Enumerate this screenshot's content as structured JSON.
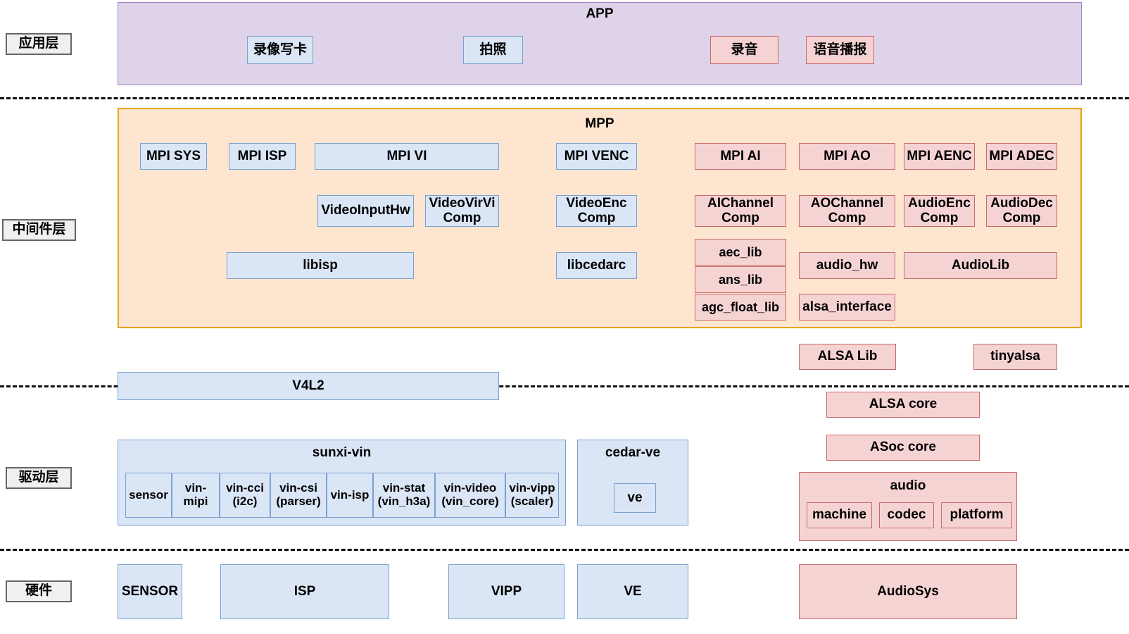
{
  "diagram": {
    "title": "Multimedia software stack layered architecture",
    "colors": {
      "video_fill": "#dae5f5",
      "video_stroke": "#7ba1d0",
      "audio_fill": "#f6d3d3",
      "audio_stroke": "#c86a6a",
      "app_band_fill": "#ded3e8",
      "app_band_stroke": "#a483bf",
      "mpp_band_fill": "#fde5cf",
      "mpp_band_stroke": "#e8a317",
      "layer_tag_fill": "#f0f0f0",
      "layer_tag_stroke": "#666666",
      "divider": "#111111"
    }
  },
  "layer_tags": [
    {
      "label": "应用层"
    },
    {
      "label": "中间件层"
    },
    {
      "label": "驱动层"
    },
    {
      "label": "硬件"
    }
  ],
  "bands": {
    "app": {
      "title": "APP"
    },
    "mpp": {
      "title": "MPP"
    }
  },
  "app_modules": [
    {
      "label": "录像写卡",
      "kind": "video"
    },
    {
      "label": "拍照",
      "kind": "video"
    },
    {
      "label": "录音",
      "kind": "audio"
    },
    {
      "label": "语音播报",
      "kind": "audio"
    }
  ],
  "mpp_modules": {
    "video": [
      {
        "label": "MPI SYS"
      },
      {
        "label": "MPI ISP"
      },
      {
        "label": "MPI VI"
      },
      {
        "label": "MPI VENC"
      },
      {
        "label": "VideoInputHw"
      },
      {
        "label": "VideoVirVi\nComp"
      },
      {
        "label": "VideoEnc\nComp"
      },
      {
        "label": "libisp"
      },
      {
        "label": "libcedarc"
      }
    ],
    "audio": [
      {
        "label": "MPI AI"
      },
      {
        "label": "MPI AO"
      },
      {
        "label": "MPI AENC"
      },
      {
        "label": "MPI ADEC"
      },
      {
        "label": "AIChannel\nComp"
      },
      {
        "label": "AOChannel\nComp"
      },
      {
        "label": "AudioEnc\nComp"
      },
      {
        "label": "AudioDec\nComp"
      },
      {
        "label": "aec_lib"
      },
      {
        "label": "ans_lib"
      },
      {
        "label": "agc_float_lib"
      },
      {
        "label": "audio_hw"
      },
      {
        "label": "alsa_interface"
      },
      {
        "label": "AudioLib"
      }
    ]
  },
  "interface_layer": [
    {
      "label": "V4L2",
      "kind": "video"
    },
    {
      "label": "ALSA Lib",
      "kind": "audio"
    },
    {
      "label": "tinyalsa",
      "kind": "audio"
    }
  ],
  "driver_layer": {
    "sunxi_vin": {
      "label": "sunxi-vin",
      "cells": [
        {
          "label": "sensor"
        },
        {
          "label": "vin-\nmipi"
        },
        {
          "label": "vin-cci\n(i2c)"
        },
        {
          "label": "vin-csi\n(parser)"
        },
        {
          "label": "vin-isp"
        },
        {
          "label": "vin-stat\n(vin_h3a)"
        },
        {
          "label": "vin-video\n(vin_core)"
        },
        {
          "label": "vin-vipp\n(scaler)"
        }
      ]
    },
    "cedar_ve": {
      "label": "cedar-ve",
      "child": {
        "label": "ve"
      }
    },
    "alsa_core": {
      "label": "ALSA core"
    },
    "asoc_core": {
      "label": "ASoc core"
    },
    "audio": {
      "label": "audio",
      "cells": [
        {
          "label": "machine"
        },
        {
          "label": "codec"
        },
        {
          "label": "platform"
        }
      ]
    }
  },
  "hardware_layer": [
    {
      "label": "SENSOR",
      "kind": "video"
    },
    {
      "label": "ISP",
      "kind": "video"
    },
    {
      "label": "VIPP",
      "kind": "video"
    },
    {
      "label": "VE",
      "kind": "video"
    },
    {
      "label": "AudioSys",
      "kind": "audio"
    }
  ]
}
